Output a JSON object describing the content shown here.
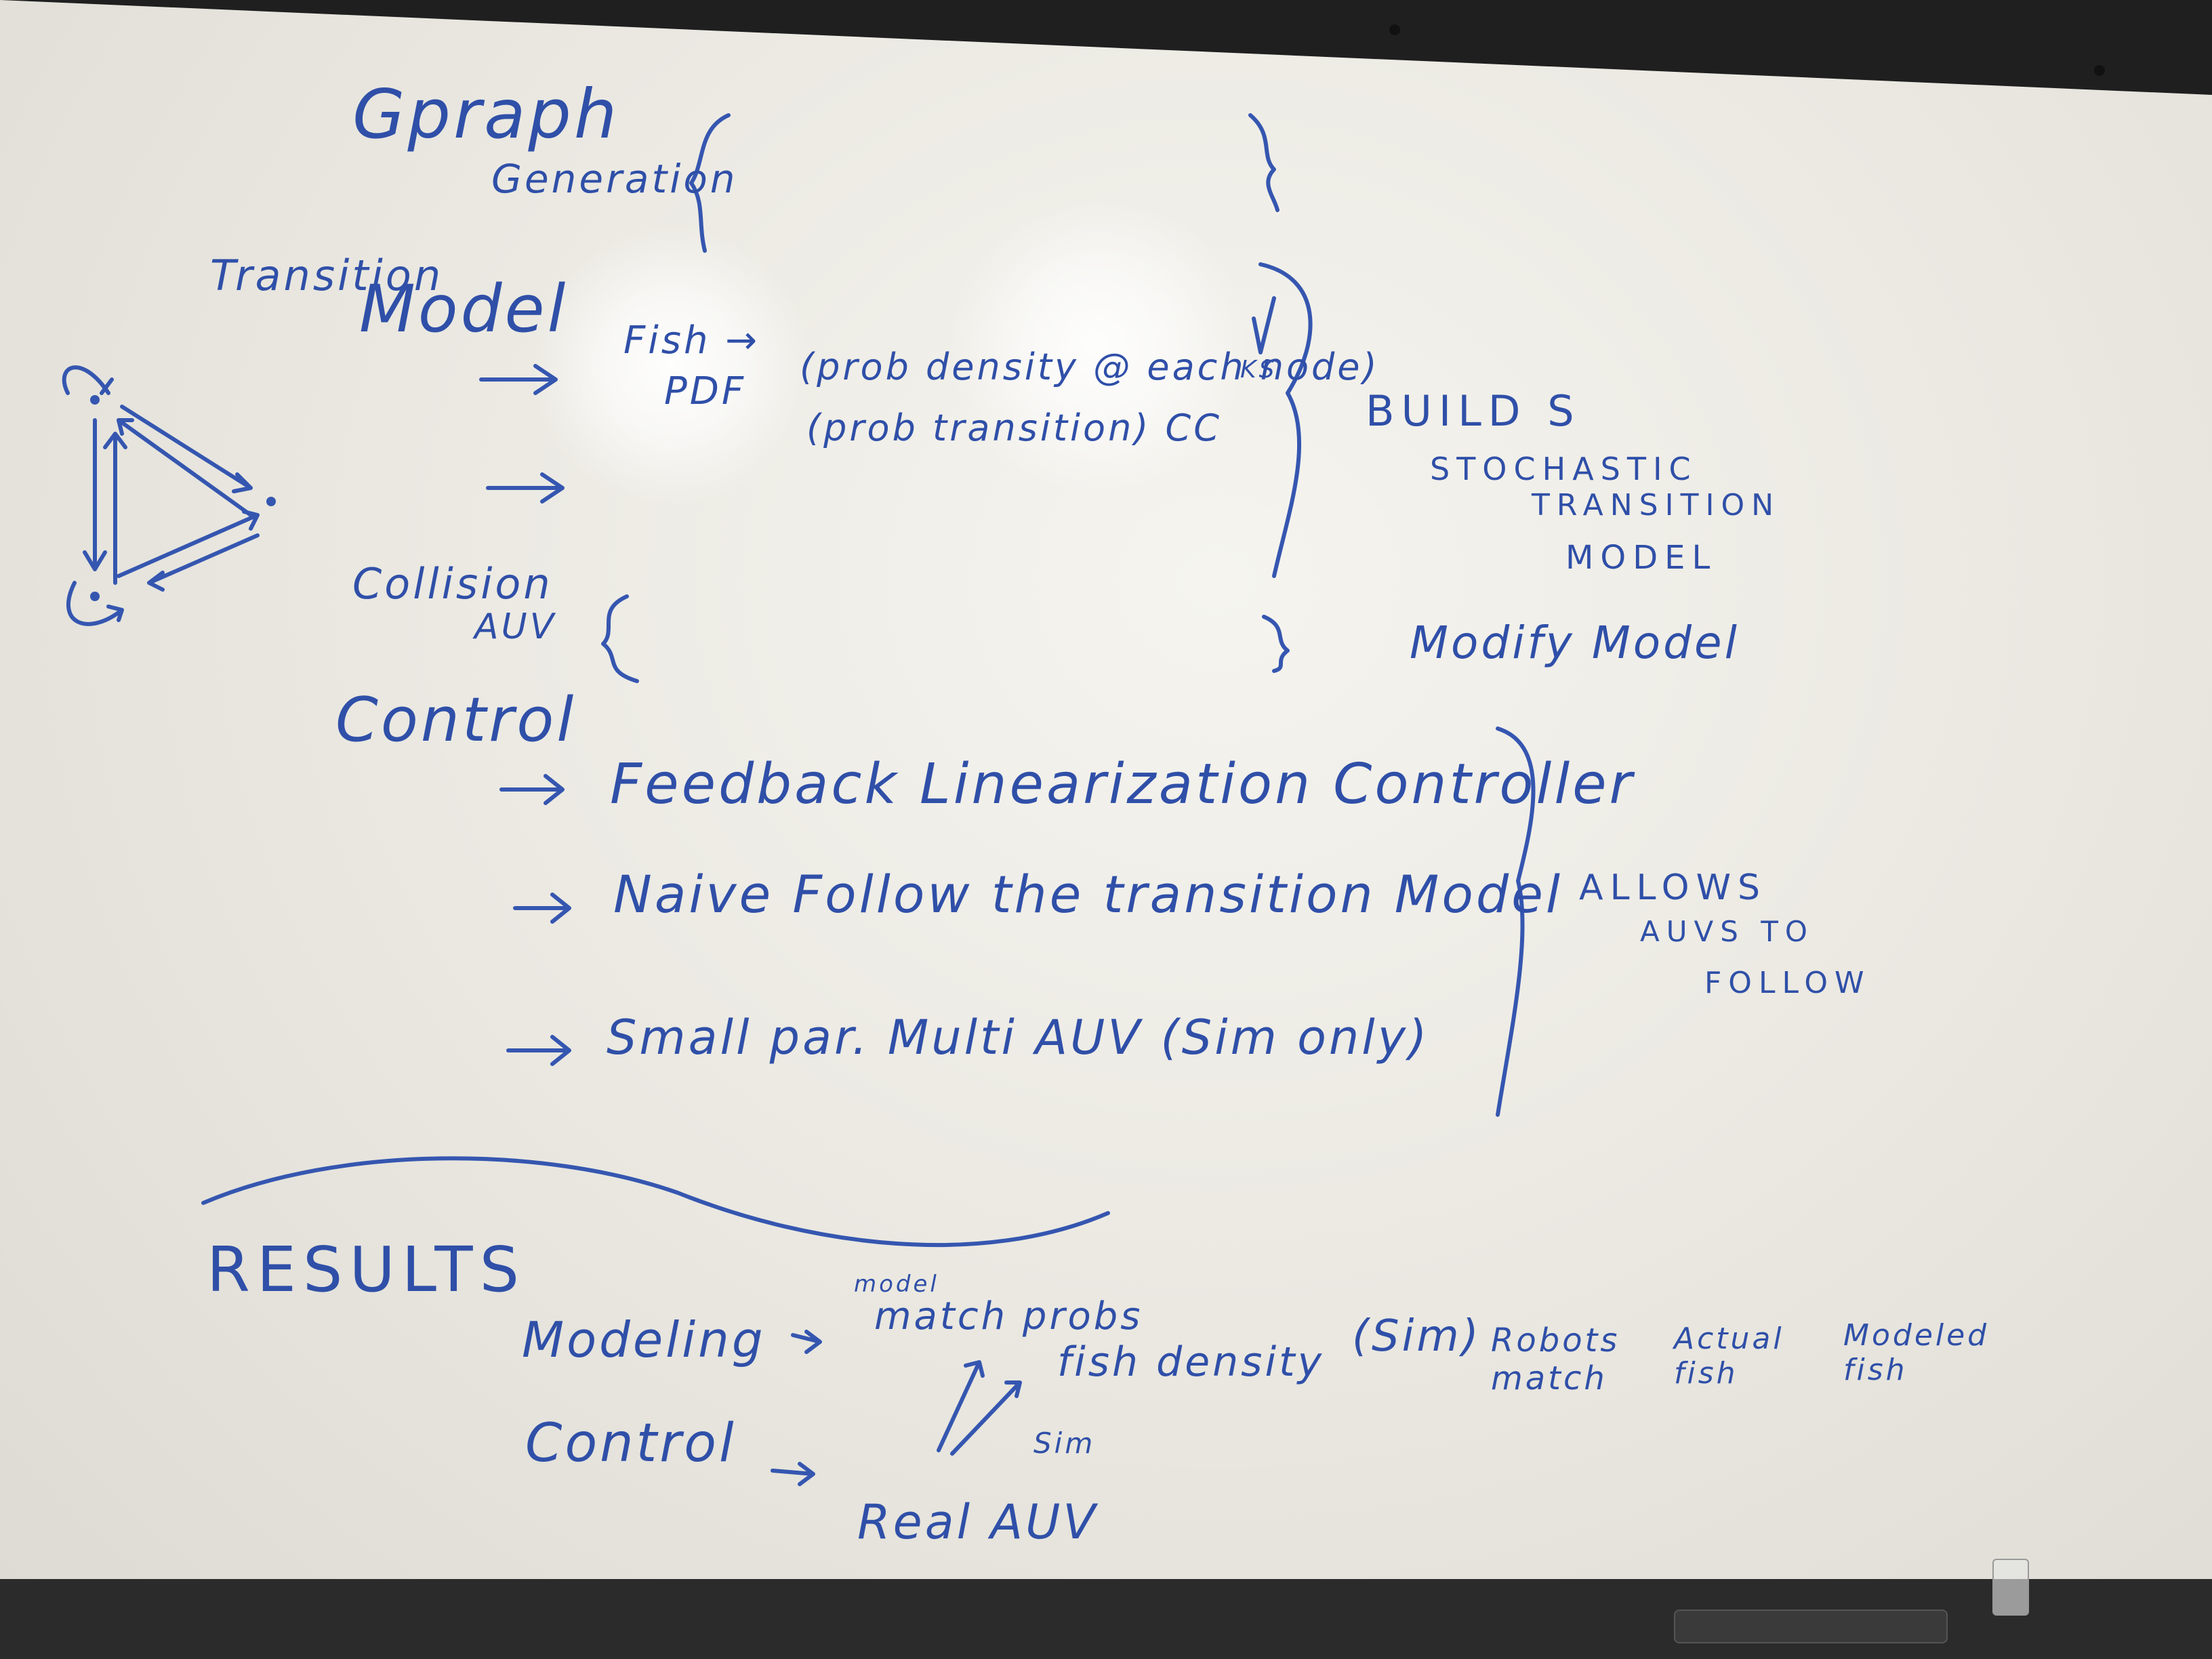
{
  "colors": {
    "ink": "#2f4fa8",
    "board": "#ebe9e2",
    "frame": "#1f1f1f"
  },
  "whiteboard": {
    "graph": "Gpraph",
    "generation": "Generation",
    "transition_small": "Transition",
    "model": "Model",
    "fish": "Fish →",
    "pdf": "PDF",
    "prob_density": "(prob density @ each node)",
    "ks": "KS",
    "prob_transition": "(prob transition) CC",
    "build_s": "BUILD S",
    "stochastic": "STOCHASTIC",
    "transition_caps": "TRANSITION",
    "model_caps": "MODEL",
    "collision": "Collision",
    "auv": "AUV",
    "modify_model": "Modify Model",
    "control": "Control",
    "feedback": "Feedback Linearization Controller",
    "naive": "Naive Follow the transition Model",
    "small": "Small par. Multi AUV (Sim only)",
    "allows": "ALLOWS",
    "auvs_to": "AUVS TO",
    "follow": "FOLLOW",
    "results": "RESULTS",
    "modeling": "Modeling",
    "model_small": "model",
    "match_probs": "match probs",
    "fish_density": "fish density",
    "sim_paren": "(Sim)",
    "robots_match": "Robots match",
    "actual_fish": "Actual fish",
    "modeled_fish": "Modeled fish",
    "sim_small": "Sim",
    "control_results": "Control",
    "real_auv": "Real AUV"
  }
}
